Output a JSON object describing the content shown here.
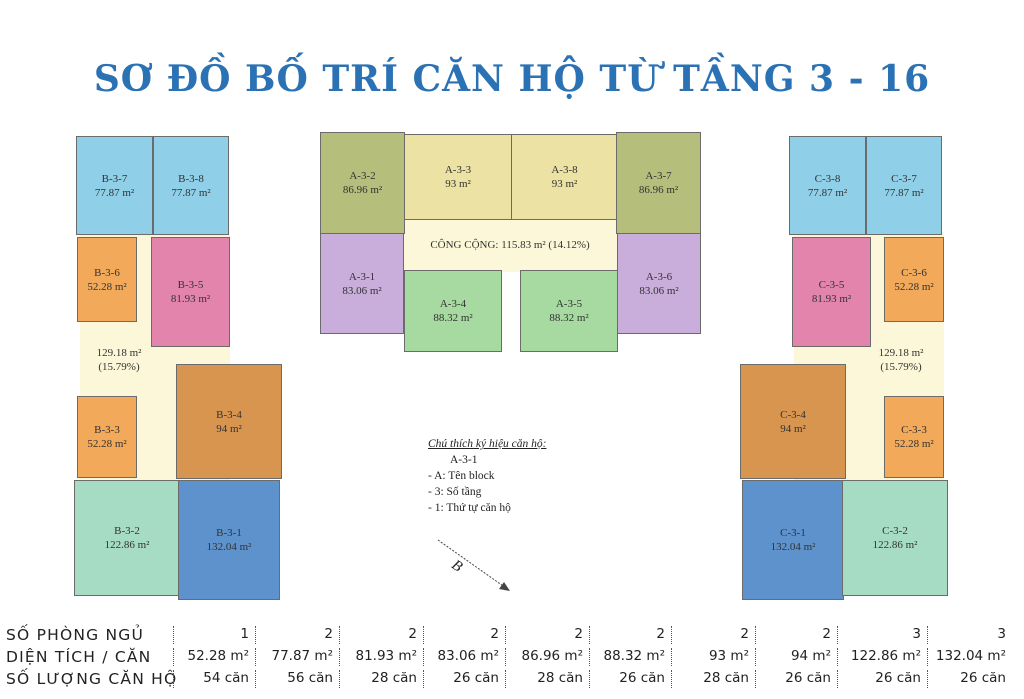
{
  "title": "SƠ ĐỒ BỐ TRÍ CĂN HỘ TỪ TẦNG 3 - 16",
  "colors": {
    "title": "#2b72b5",
    "blue_light": "#8fd0e8",
    "orange": "#f2a95a",
    "pink": "#e384ad",
    "brown": "#d79550",
    "mint": "#a7dcc4",
    "blue": "#5d92cc",
    "olive": "#b6be7c",
    "cream": "#ece2a4",
    "lavender": "#c9aedc",
    "green": "#a6daa0",
    "common": "#fbf7d8"
  },
  "block_b": {
    "rooms": [
      {
        "code": "B-3-7",
        "area": "77.87 m²"
      },
      {
        "code": "B-3-8",
        "area": "77.87 m²"
      },
      {
        "code": "B-3-6",
        "area": "52.28 m²"
      },
      {
        "code": "B-3-5",
        "area": "81.93 m²"
      },
      {
        "code": "B-3-3",
        "area": "52.28 m²"
      },
      {
        "code": "B-3-4",
        "area": "94 m²"
      },
      {
        "code": "B-3-2",
        "area": "122.86 m²"
      },
      {
        "code": "B-3-1",
        "area": "132.04 m²"
      }
    ],
    "common_area": "129.18 m²",
    "common_pct": "(15.79%)"
  },
  "block_a": {
    "rooms": [
      {
        "code": "A-3-2",
        "area": "86.96 m²"
      },
      {
        "code": "A-3-3",
        "area": "93 m²"
      },
      {
        "code": "A-3-8",
        "area": "93 m²"
      },
      {
        "code": "A-3-7",
        "area": "86.96 m²"
      },
      {
        "code": "A-3-1",
        "area": "83.06 m²"
      },
      {
        "code": "A-3-4",
        "area": "88.32 m²"
      },
      {
        "code": "A-3-5",
        "area": "88.32 m²"
      },
      {
        "code": "A-3-6",
        "area": "83.06 m²"
      }
    ],
    "common_text": "CÔNG CỘNG: 115.83 m² (14.12%)"
  },
  "block_c": {
    "rooms": [
      {
        "code": "C-3-8",
        "area": "77.87 m²"
      },
      {
        "code": "C-3-7",
        "area": "77.87 m²"
      },
      {
        "code": "C-3-5",
        "area": "81.93 m²"
      },
      {
        "code": "C-3-6",
        "area": "52.28 m²"
      },
      {
        "code": "C-3-4",
        "area": "94 m²"
      },
      {
        "code": "C-3-3",
        "area": "52.28 m²"
      },
      {
        "code": "C-3-1",
        "area": "132.04 m²"
      },
      {
        "code": "C-3-2",
        "area": "122.86 m²"
      }
    ],
    "common_area": "129.18 m²",
    "common_pct": "(15.79%)"
  },
  "legend": {
    "heading": "Chú thích ký hiệu căn hộ:",
    "code": "A-3-1",
    "items": [
      "- A: Tên block",
      "- 3: Số tầng",
      "- 1: Thứ tự căn hộ"
    ]
  },
  "compass_label": "B",
  "table": {
    "rows": [
      {
        "label": "SỐ PHÒNG NGỦ",
        "values": [
          "1",
          "2",
          "2",
          "2",
          "2",
          "2",
          "2",
          "2",
          "3",
          "3"
        ]
      },
      {
        "label": "DIỆN TÍCH / CĂN",
        "values": [
          "52.28 m²",
          "77.87 m²",
          "81.93 m²",
          "83.06 m²",
          "86.96 m²",
          "88.32 m²",
          "93 m²",
          "94 m²",
          "122.86 m²",
          "132.04 m²"
        ]
      },
      {
        "label": "SỐ LƯỢNG CĂN HỘ",
        "values": [
          "54 căn",
          "56 căn",
          "28 căn",
          "26 căn",
          "28 căn",
          "26 căn",
          "28 căn",
          "26 căn",
          "26 căn",
          "26 căn"
        ]
      }
    ]
  }
}
